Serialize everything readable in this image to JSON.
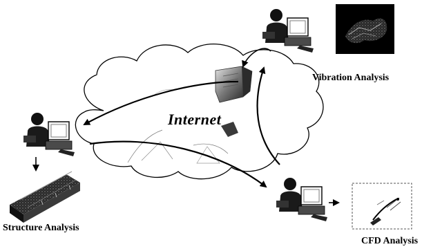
{
  "diagram": {
    "center_label": "Internet",
    "nodes": {
      "vibration": {
        "label": "Vibration Analysis"
      },
      "structure": {
        "label": "Structure Analysis"
      },
      "cfd": {
        "label": "CFD Analysis"
      }
    }
  },
  "colors": {
    "ink": "#000000",
    "cloud_fill": "#ffffff",
    "dark_gray": "#3a3a3a",
    "mid_gray": "#8a8a8a",
    "light_gray": "#cfcfcf"
  },
  "icons": [
    "user-workstation-icon",
    "vibration-plot-icon",
    "beam-structure-icon",
    "cfd-plot-icon",
    "server-icon"
  ]
}
